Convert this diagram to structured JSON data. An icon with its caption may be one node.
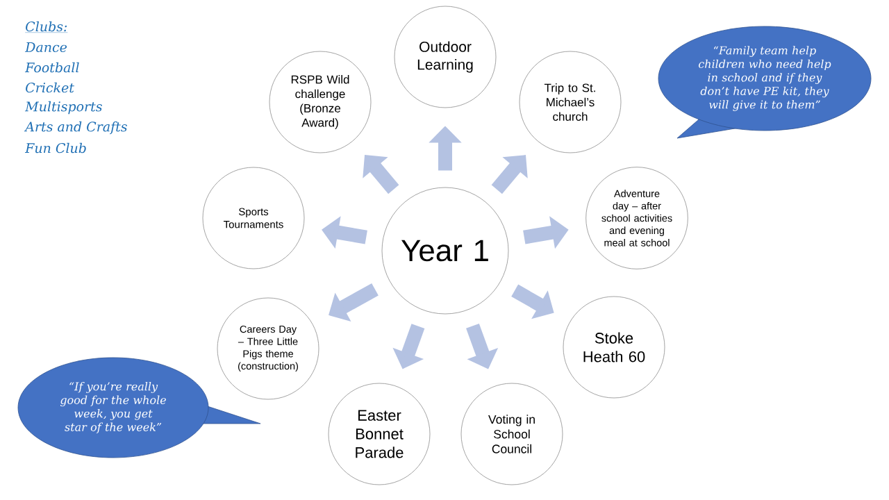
{
  "diagram": {
    "nodes": [
      {
        "text": [
          "Year 1"
        ]
      },
      {
        "text": [
          "Outdoor Learning"
        ]
      },
      {
        "text": [
          "Trip to St. Michael’s church"
        ]
      },
      {
        "text": [
          "Adventure day – after school activities and evening meal at school"
        ]
      },
      {
        "text": [
          "Stoke Heath 60"
        ]
      },
      {
        "text": [
          "Voting in School Council"
        ]
      },
      {
        "text": [
          "Easter Bonnet Parade"
        ]
      },
      {
        "text": [
          "Careers Day – Three Little Pigs theme (construction)"
        ]
      },
      {
        "text": [
          "Sports Tournaments"
        ]
      },
      {
        "text": [
          "RSPB Wild challenge (Bronze Award)"
        ]
      },
      {
        "text": [
          "“Family team help children who need help in school and if they don’t have PE kit, they will give it to them”"
        ]
      },
      {
        "text": [
          "“If you’re really good for the whole week, you get star of the week”"
        ]
      }
    ],
    "edges": [
      {
        "from": 0,
        "to": 1,
        "arrow": "to"
      },
      {
        "from": 0,
        "to": 2,
        "arrow": "to"
      },
      {
        "from": 0,
        "to": 3,
        "arrow": "to"
      },
      {
        "from": 0,
        "to": 4,
        "arrow": "to"
      },
      {
        "from": 0,
        "to": 5,
        "arrow": "to"
      },
      {
        "from": 0,
        "to": 6,
        "arrow": "to"
      },
      {
        "from": 0,
        "to": 7,
        "arrow": "to"
      },
      {
        "from": 0,
        "to": 8,
        "arrow": "to"
      },
      {
        "from": 0,
        "to": 9,
        "arrow": "to"
      }
    ],
    "labels": [
      "Clubs:",
      "Dance",
      "Football",
      "Cricket",
      "Multisports",
      "Arts and Crafts",
      "Fun Club"
    ]
  }
}
